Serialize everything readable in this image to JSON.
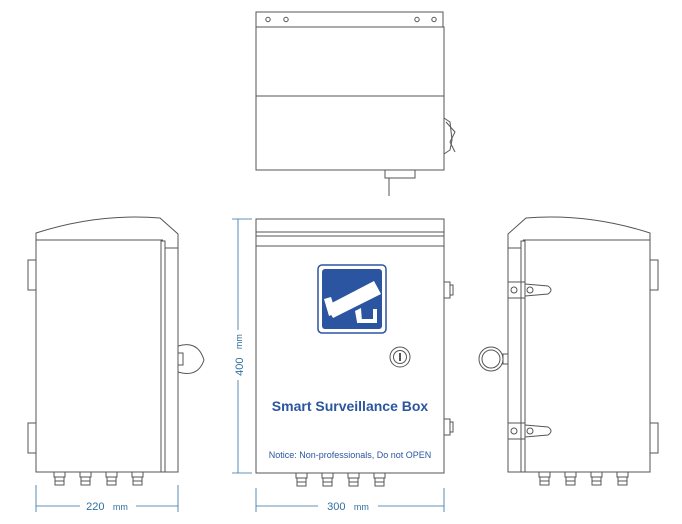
{
  "front_panel": {
    "title": "Smart Surveillance Box",
    "notice": "Notice: Non-professionals, Do not OPEN"
  },
  "dimensions": {
    "height": {
      "value": "400",
      "unit": "mm"
    },
    "width": {
      "value": "300",
      "unit": "mm"
    },
    "depth": {
      "value": "220",
      "unit": "mm"
    }
  },
  "icons": {
    "camera": "security-camera-icon"
  },
  "colors": {
    "line": "#555555",
    "logo_blue": "#2b55a0",
    "dimension": "#2f6fa0"
  }
}
